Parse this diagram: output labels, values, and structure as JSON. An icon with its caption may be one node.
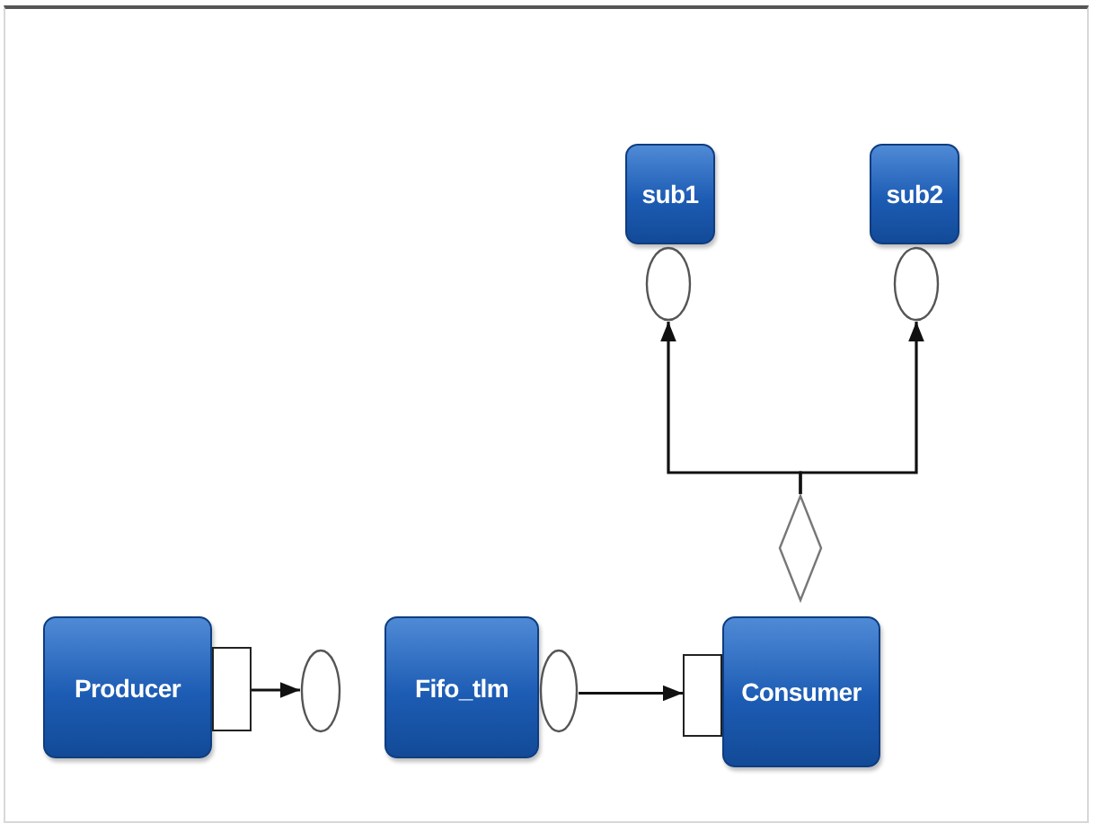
{
  "diagram": {
    "nodes": [
      {
        "text": [
          "sub1"
        ]
      },
      {
        "text": [
          "sub2"
        ]
      },
      {
        "text": [],
        "shape": "circle"
      },
      {
        "text": [],
        "shape": "circle"
      },
      {
        "text": [],
        "shape": "diamond"
      },
      {
        "text": [
          "Producer"
        ]
      },
      {
        "text": [],
        "shape": "box"
      },
      {
        "text": [],
        "shape": "circle"
      },
      {
        "text": [
          "Fifo_tlm"
        ]
      },
      {
        "text": [],
        "shape": "circle"
      },
      {
        "text": [],
        "shape": "box"
      },
      {
        "text": [
          "Consumer"
        ]
      }
    ],
    "edges": [
      {
        "from": 6,
        "to": 7,
        "arrow": "to"
      },
      {
        "from": 9,
        "to": 10,
        "arrow": "to"
      },
      {
        "from": 4,
        "to": 2,
        "arrow": "to"
      },
      {
        "from": 4,
        "to": 3,
        "arrow": "to"
      }
    ]
  }
}
